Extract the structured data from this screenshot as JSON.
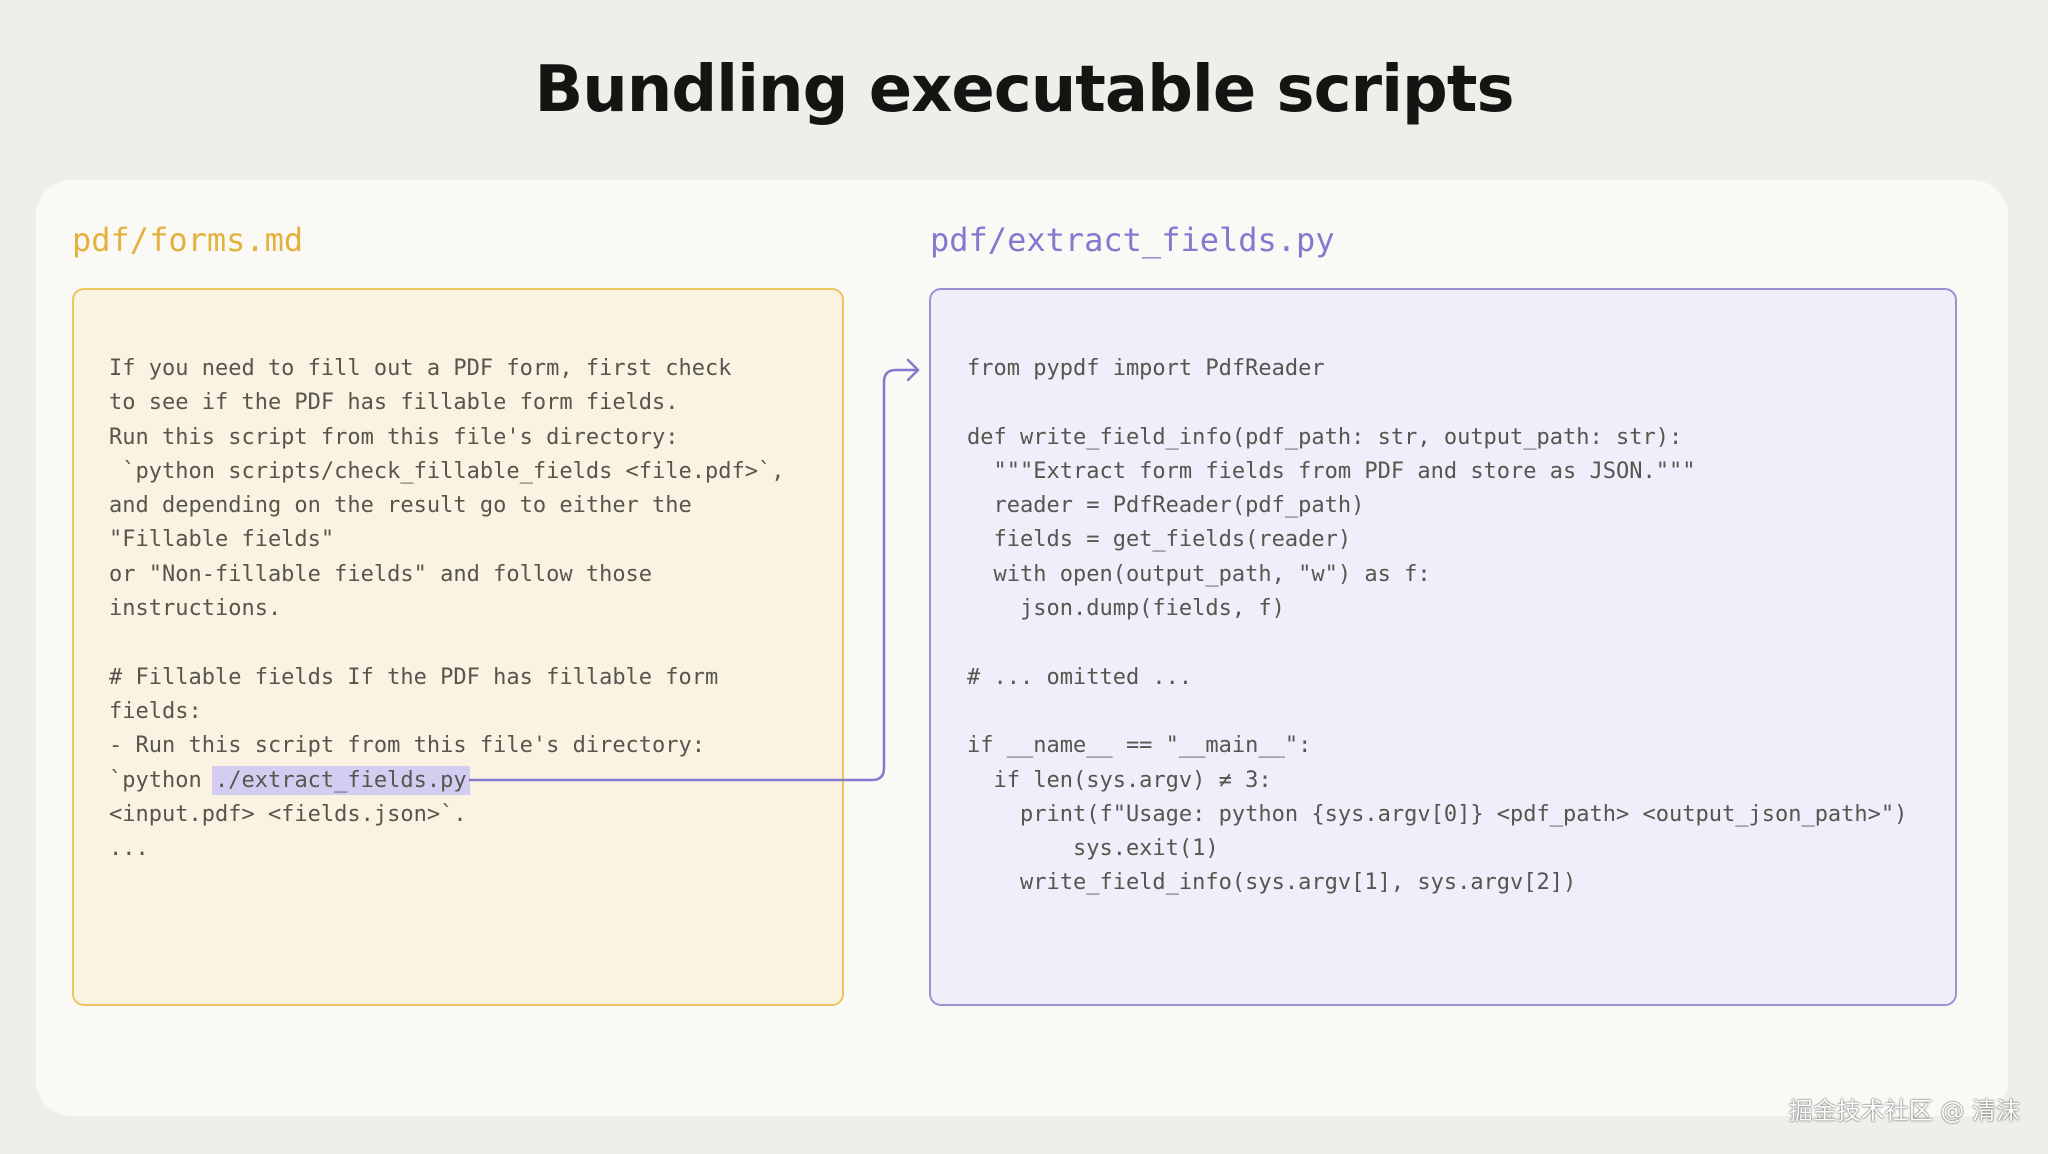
{
  "title": "Bundling executable scripts",
  "colors": {
    "background": "#efeee8",
    "card": "#faf9f5",
    "markdown_accent": "#e3b13e",
    "markdown_panel": "#faf3e2",
    "python_accent": "#8478cf",
    "python_panel": "#efeefa",
    "highlight": "#d3cef1",
    "connector": "#8478cf"
  },
  "left_panel": {
    "filename": "pdf/forms.md",
    "lines": [
      "If you need to fill out a PDF form, first check",
      "to see if the PDF has fillable form fields.",
      "Run this script from this file's directory:",
      " `python scripts/check_fillable_fields <file.pdf>`,",
      "and depending on the result go to either the",
      "\"Fillable fields\"",
      "or \"Non-fillable fields\" and follow those",
      "instructions.",
      "",
      "# Fillable fields If the PDF has fillable form",
      "fields:",
      "- Run this script from this file's directory:"
    ],
    "link_line_prefix": "`python ",
    "link_text": "./extract_fields.py",
    "after_lines": [
      "<input.pdf> <fields.json>`.",
      "..."
    ]
  },
  "right_panel": {
    "filename": "pdf/extract_fields.py",
    "lines": [
      "from pypdf import PdfReader",
      "",
      "def write_field_info(pdf_path: str, output_path: str):",
      "  \"\"\"Extract form fields from PDF and store as JSON.\"\"\"",
      "  reader = PdfReader(pdf_path)",
      "  fields = get_fields(reader)",
      "  with open(output_path, \"w\") as f:",
      "    json.dump(fields, f)",
      "",
      "# ... omitted ...",
      "",
      "if __name__ == \"__main__\":",
      "  if len(sys.argv) ≠ 3:",
      "    print(f\"Usage: python {sys.argv[0]} <pdf_path> <output_json_path>\")",
      "        sys.exit(1)",
      "    write_field_info(sys.argv[1], sys.argv[2])"
    ]
  },
  "watermark": "掘金技术社区 @ 清沫"
}
